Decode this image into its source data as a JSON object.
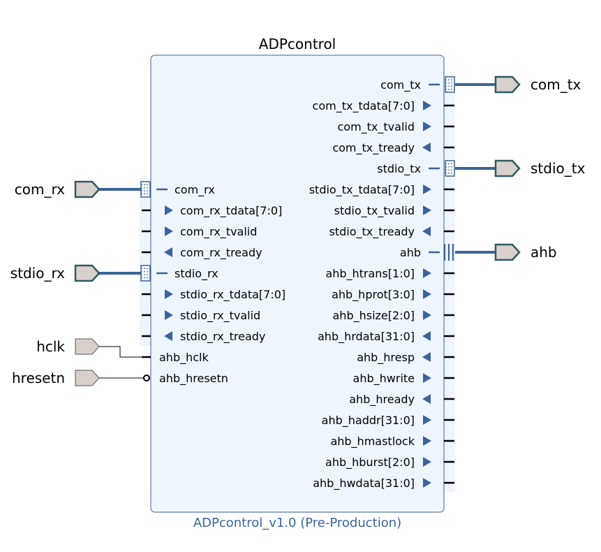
{
  "block": {
    "title": "ADPcontrol",
    "subtitle": "ADPcontrol_v1.0 (Pre-Production)"
  },
  "colors": {
    "bus": "#3a6496",
    "body_fill": "#eef5fd",
    "body_stroke": "#3a6496",
    "port_fill": "#d9d0cc",
    "port_stroke": "#2f5a5f",
    "arrow": "#3a64a0",
    "subtitle": "#3a64a0",
    "text": "#000000"
  },
  "external_ports": {
    "left": [
      {
        "name": "com_rx",
        "kind": "bus"
      },
      {
        "name": "stdio_rx",
        "kind": "bus"
      },
      {
        "name": "hclk",
        "kind": "signal"
      },
      {
        "name": "hresetn",
        "kind": "signal"
      }
    ],
    "right": [
      {
        "name": "com_tx",
        "kind": "bus"
      },
      {
        "name": "stdio_tx",
        "kind": "bus"
      },
      {
        "name": "ahb",
        "kind": "bus"
      }
    ]
  },
  "pins": {
    "left": [
      {
        "label": "com_rx",
        "kind": "bus"
      },
      {
        "label": "com_rx_tdata[7:0]",
        "dir": "in"
      },
      {
        "label": "com_rx_tvalid",
        "dir": "in"
      },
      {
        "label": "com_rx_tready",
        "dir": "out"
      },
      {
        "label": "stdio_rx",
        "kind": "bus"
      },
      {
        "label": "stdio_rx_tdata[7:0]",
        "dir": "in"
      },
      {
        "label": "stdio_rx_tvalid",
        "dir": "in"
      },
      {
        "label": "stdio_rx_tready",
        "dir": "out"
      },
      {
        "label": "ahb_hclk",
        "kind": "plain"
      },
      {
        "label": "ahb_hresetn",
        "kind": "inverted"
      }
    ],
    "right": [
      {
        "label": "com_tx",
        "kind": "bus"
      },
      {
        "label": "com_tx_tdata[7:0]",
        "dir": "out"
      },
      {
        "label": "com_tx_tvalid",
        "dir": "out"
      },
      {
        "label": "com_tx_tready",
        "dir": "in"
      },
      {
        "label": "stdio_tx",
        "kind": "bus"
      },
      {
        "label": "stdio_tx_tdata[7:0]",
        "dir": "out"
      },
      {
        "label": "stdio_tx_tvalid",
        "dir": "out"
      },
      {
        "label": "stdio_tx_tready",
        "dir": "in"
      },
      {
        "label": "ahb",
        "kind": "ahb-bus"
      },
      {
        "label": "ahb_htrans[1:0]",
        "dir": "out"
      },
      {
        "label": "ahb_hprot[3:0]",
        "dir": "out"
      },
      {
        "label": "ahb_hsize[2:0]",
        "dir": "out"
      },
      {
        "label": "ahb_hrdata[31:0]",
        "dir": "in"
      },
      {
        "label": "ahb_hresp",
        "dir": "in"
      },
      {
        "label": "ahb_hwrite",
        "dir": "out"
      },
      {
        "label": "ahb_hready",
        "dir": "in"
      },
      {
        "label": "ahb_haddr[31:0]",
        "dir": "out"
      },
      {
        "label": "ahb_hmastlock",
        "dir": "out"
      },
      {
        "label": "ahb_hburst[2:0]",
        "dir": "out"
      },
      {
        "label": "ahb_hwdata[31:0]",
        "dir": "out"
      }
    ]
  }
}
